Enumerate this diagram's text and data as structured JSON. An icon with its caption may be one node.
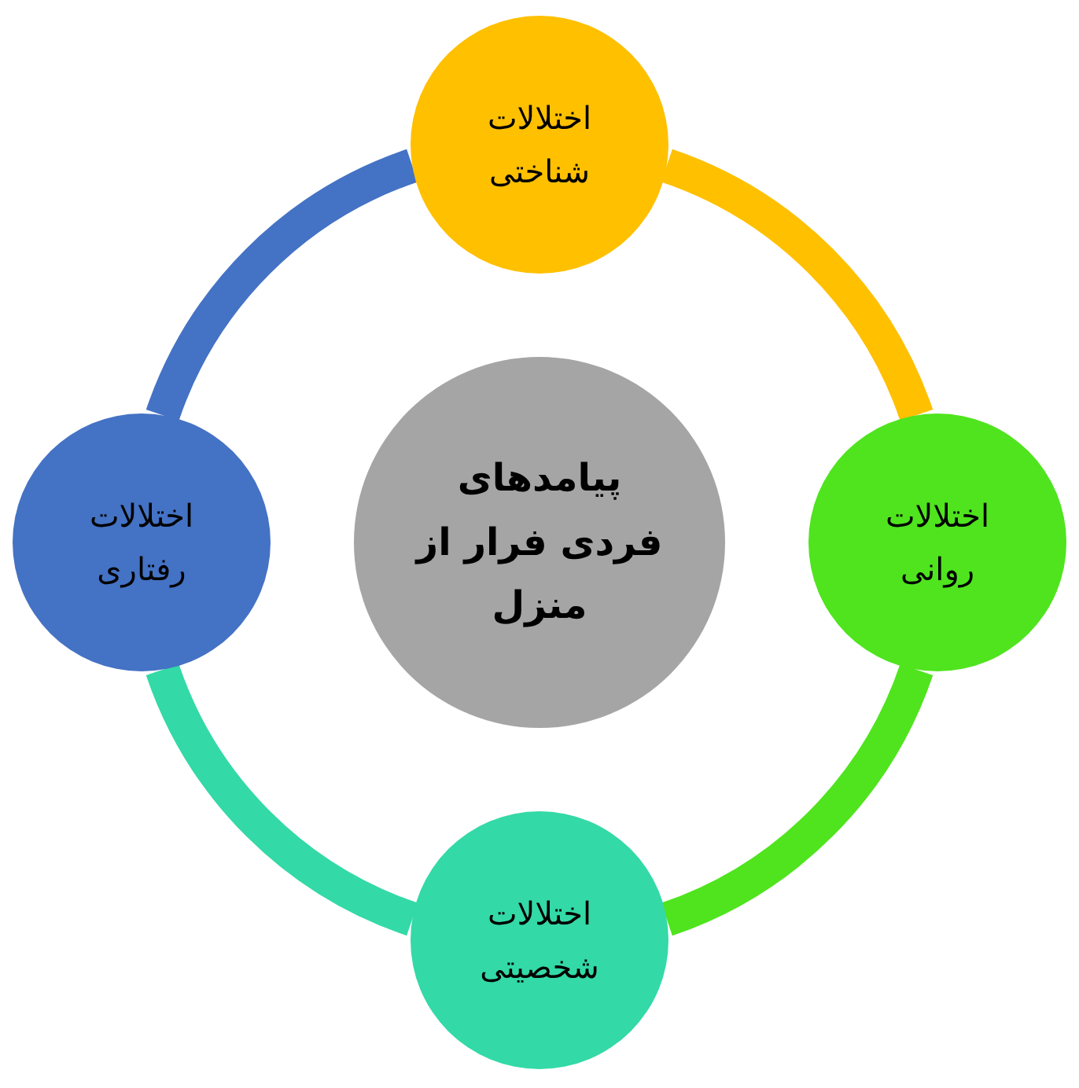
{
  "diagram": {
    "nodes": [
      {
        "text": [
          "پیامدهای فردی فرار از منزل"
        ]
      },
      {
        "text": [
          "اختلالات شناختی"
        ]
      },
      {
        "text": [
          "اختلالات روانی"
        ]
      },
      {
        "text": [
          "اختلالات شخصیتی"
        ]
      },
      {
        "text": [
          "اختلالات رفتاری"
        ]
      }
    ],
    "edges": [
      {
        "from": 1,
        "to": 2,
        "arrow": "none",
        "color": "#ffc000"
      },
      {
        "from": 2,
        "to": 3,
        "arrow": "none",
        "color": "#4fe41e"
      },
      {
        "from": 3,
        "to": 4,
        "arrow": "none",
        "color": "#33d9a6"
      },
      {
        "from": 4,
        "to": 1,
        "arrow": "none",
        "color": "#4472c4"
      }
    ]
  }
}
